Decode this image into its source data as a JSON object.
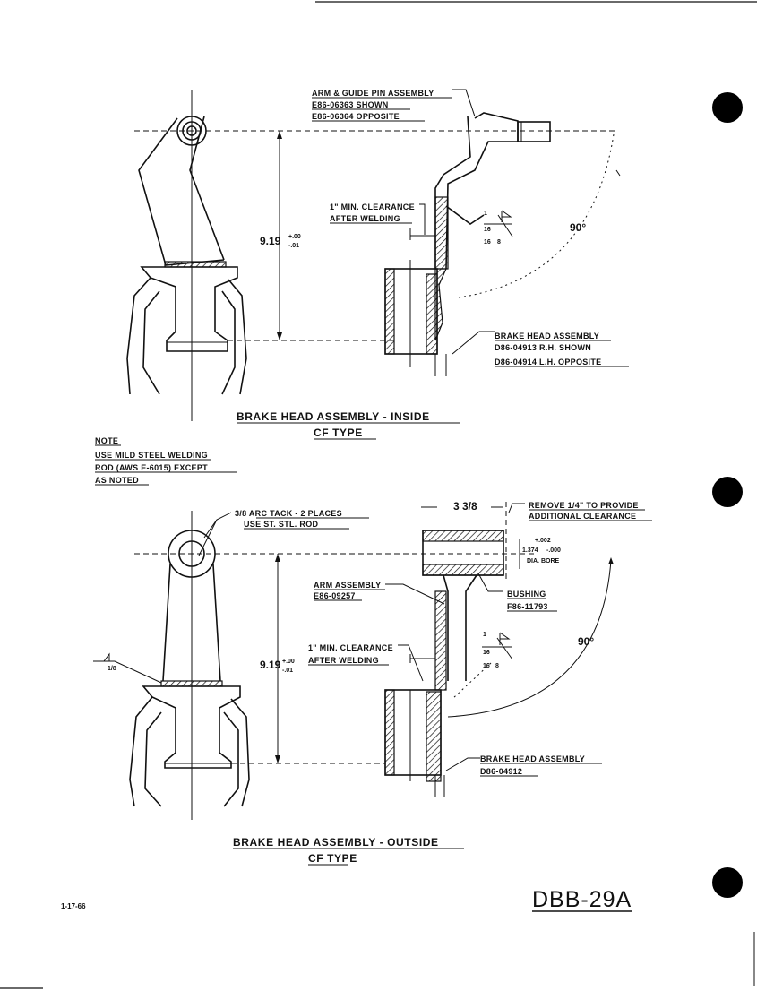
{
  "top_view": {
    "callout_arm": [
      "ARM & GUIDE PIN ASSEMBLY",
      "E86-06363 SHOWN",
      "E86-06364 OPPOSITE"
    ],
    "callout_clearance": [
      "1\" MIN. CLEARANCE",
      "AFTER WELDING"
    ],
    "dimension": "9.19",
    "tolerance_plus": "+.00",
    "tolerance_minus": "-.01",
    "angle": "90°",
    "callout_brake_head": [
      "BRAKE HEAD ASSEMBLY",
      "D86-04913 R.H. SHOWN",
      "D86-04914 L.H. OPPOSITE"
    ],
    "caption": "BRAKE HEAD ASSEMBLY - INSIDE",
    "subcaption": "CF TYPE"
  },
  "note": {
    "title": "NOTE",
    "lines": [
      "USE MILD STEEL WELDING",
      "ROD (AWS E-6015) EXCEPT",
      "AS NOTED"
    ]
  },
  "bottom_view": {
    "callout_tack": [
      "3/8 ARC TACK - 2 PLACES",
      "USE ST. STL. ROD"
    ],
    "dim_width": "3 3/8",
    "callout_remove": [
      "REMOVE 1/4\" TO PROVIDE",
      "ADDITIONAL CLEARANCE"
    ],
    "bore_tol_plus": "+.002",
    "bore_value": "1.374",
    "bore_tol_minus": "-.000",
    "bore_label": "DIA. BORE",
    "callout_arm": [
      "ARM ASSEMBLY",
      "E86-09257"
    ],
    "callout_bushing": [
      "BUSHING",
      "F86-11793"
    ],
    "callout_clearance": [
      "1\" MIN. CLEARANCE",
      "AFTER WELDING"
    ],
    "dimension": "9.19",
    "tolerance_plus": "+.00",
    "tolerance_minus": "-.01",
    "angle": "90°",
    "callout_brake_head": [
      "BRAKE HEAD ASSEMBLY",
      "D86-04912"
    ],
    "caption": "BRAKE HEAD ASSEMBLY - OUTSIDE",
    "subcaption": "CF TYPE"
  },
  "footer": {
    "date": "1-17-66",
    "drawing_number": "DBB-29A"
  }
}
